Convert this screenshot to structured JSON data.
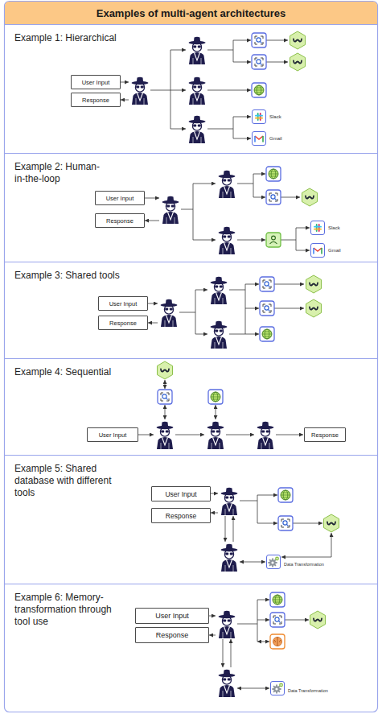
{
  "diagram": {
    "title": "Examples of multi-agent architectures",
    "nodes": [
      {
        "text": [
          "Example 1: Hierarchical"
        ]
      },
      {
        "text": [
          "User Input"
        ],
        "in": 0
      },
      {
        "text": [
          "Response"
        ],
        "in": 0
      },
      {
        "text": [
          "Slack"
        ],
        "in": 0
      },
      {
        "text": [
          "Gmail"
        ],
        "in": 0
      },
      {
        "text": [
          "Example 2: Human-in-the-loop"
        ]
      },
      {
        "text": [
          "User Input"
        ],
        "in": 5
      },
      {
        "text": [
          "Response"
        ],
        "in": 5
      },
      {
        "text": [
          "Slack"
        ],
        "in": 5
      },
      {
        "text": [
          "Gmail"
        ],
        "in": 5
      },
      {
        "text": [
          "Example 3: Shared tools"
        ]
      },
      {
        "text": [
          "User Input"
        ],
        "in": 10
      },
      {
        "text": [
          "Response"
        ],
        "in": 10
      },
      {
        "text": [
          "Example 4: Sequential"
        ]
      },
      {
        "text": [
          "User Input"
        ],
        "in": 13
      },
      {
        "text": [
          "Response"
        ],
        "in": 13
      },
      {
        "text": [
          "Example 5: Shared database with different tools"
        ]
      },
      {
        "text": [
          "User Input"
        ],
        "in": 16
      },
      {
        "text": [
          "Response"
        ],
        "in": 16
      },
      {
        "text": [
          "Data Transformation"
        ],
        "in": 16
      },
      {
        "text": [
          "Example 6: Memory-transformation through tool use"
        ]
      },
      {
        "text": [
          "User Input"
        ],
        "in": 20
      },
      {
        "text": [
          "Response"
        ],
        "in": 20
      },
      {
        "text": [
          "Data Transformation"
        ],
        "in": 20
      }
    ]
  }
}
